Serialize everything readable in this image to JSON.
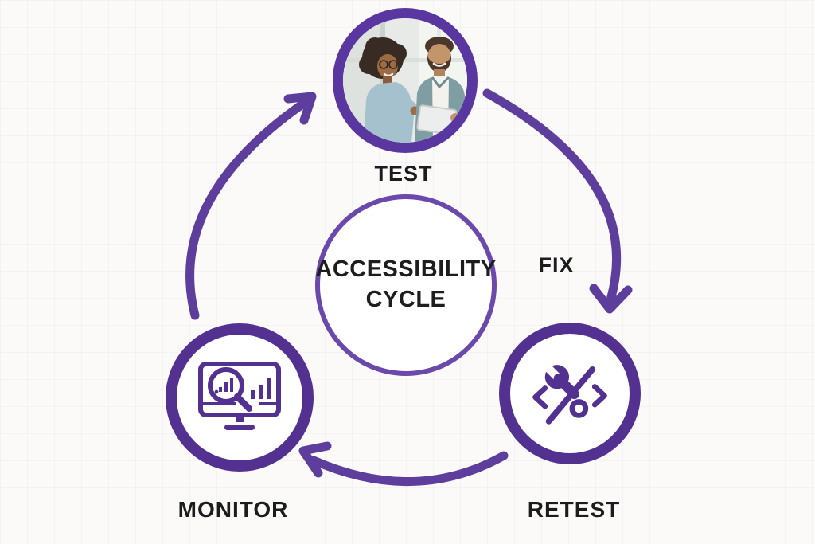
{
  "diagram": {
    "title": "ACCESSIBILITY CYCLE",
    "center": {
      "line1": "ACCESSIBILITY",
      "line2": "CYCLE"
    },
    "nodes": [
      {
        "id": "test",
        "label": "TEST",
        "icon": "team-testing-photo"
      },
      {
        "id": "retest",
        "label": "RETEST",
        "icon": "code-repair-icon"
      },
      {
        "id": "monitor",
        "label": "MONITOR",
        "icon": "analytics-monitor-icon"
      }
    ],
    "edge_labels": [
      {
        "id": "fix",
        "label": "FIX",
        "between": [
          "TEST",
          "RETEST"
        ]
      }
    ],
    "flow": [
      "TEST",
      "FIX",
      "RETEST",
      "MONITOR",
      "TEST"
    ],
    "colors": {
      "ring_purple": "#533190",
      "test_ring_purple": "#5a36a0",
      "center_ring_purple": "#6b49ac",
      "arrow_purple": "#5d3e9d",
      "label_text": "#1c1c1e",
      "background": "#fbfaf9"
    }
  }
}
